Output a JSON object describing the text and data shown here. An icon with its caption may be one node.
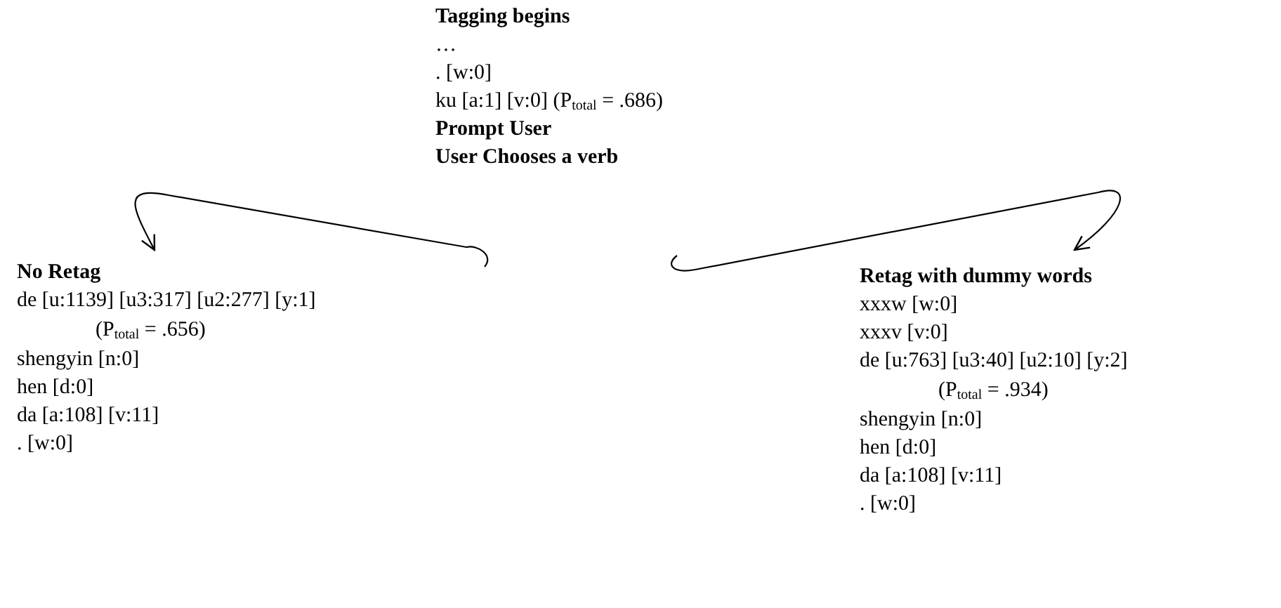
{
  "diagram": {
    "nodes": [
      {
        "text": [
          "Tagging begins",
          "…",
          ". [w:0]",
          "ku [a:1] [v:0] (P$_{total}$ = .686)",
          "Prompt User",
          "User Chooses a verb"
        ]
      },
      {
        "text": [
          "No Retag",
          "de [u:1139] [u3:317] [u2:277] [y:1]",
          "(P$_{total}$ = .656)",
          "shengyin [n:0]",
          "hen [d:0]",
          "da [a:108] [v:11]",
          ". [w:0]"
        ]
      },
      {
        "text": [
          "Retag with dummy words",
          "xxxw [w:0]",
          "xxxv [v:0]",
          "de [u:763] [u3:40] [u2:10] [y:2]",
          "(P$_{total}$ = .934)",
          "shengyin [n:0]",
          "hen [d:0]",
          "da [a:108] [v:11]",
          ". [w:0]"
        ]
      }
    ],
    "edges": [
      {
        "from": 0,
        "to": 1,
        "arrow": "to"
      },
      {
        "from": 0,
        "to": 2,
        "arrow": "to"
      }
    ]
  }
}
